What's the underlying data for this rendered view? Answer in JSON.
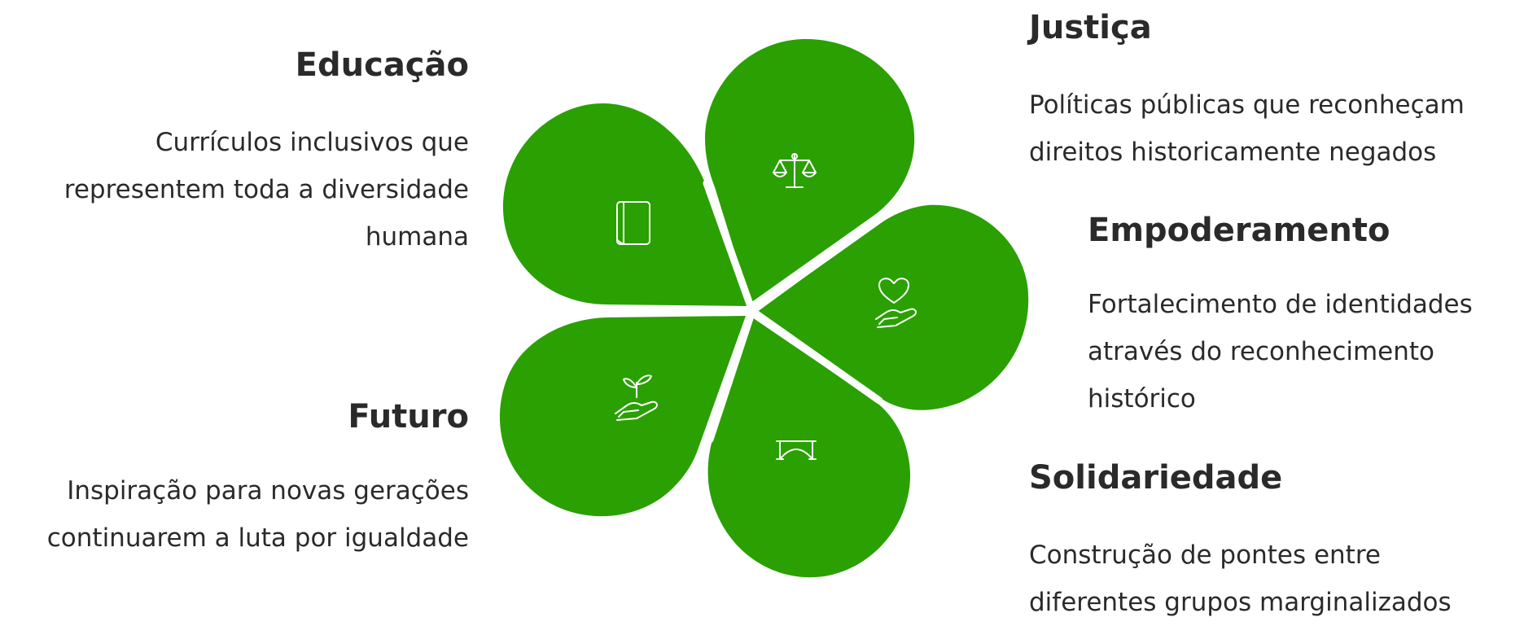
{
  "sections": {
    "educacao": {
      "title": "Educação",
      "lines": [
        "Currículos inclusivos que",
        "representem toda a diversidade",
        "humana"
      ],
      "icon": "book-icon"
    },
    "justica": {
      "title": "Justiça",
      "lines": [
        "Políticas públicas que reconheçam",
        "direitos historicamente negados"
      ],
      "icon": "scales-icon"
    },
    "empoderamento": {
      "title": "Empoderamento",
      "lines": [
        "Fortalecimento de identidades",
        "através do reconhecimento",
        "histórico"
      ],
      "icon": "heart-hand-icon"
    },
    "solidariedade": {
      "title": "Solidariedade",
      "lines": [
        "Construção de pontes entre",
        "diferentes grupos marginalizados"
      ],
      "icon": "bridge-icon"
    },
    "futuro": {
      "title": "Futuro",
      "lines": [
        "Inspiração para novas gerações",
        "continuarem a luta por igualdade"
      ],
      "icon": "sprout-hand-icon"
    }
  },
  "colors": {
    "petal": "#2aa002",
    "text": "#2a2a2a",
    "icon": "#ffffff"
  }
}
